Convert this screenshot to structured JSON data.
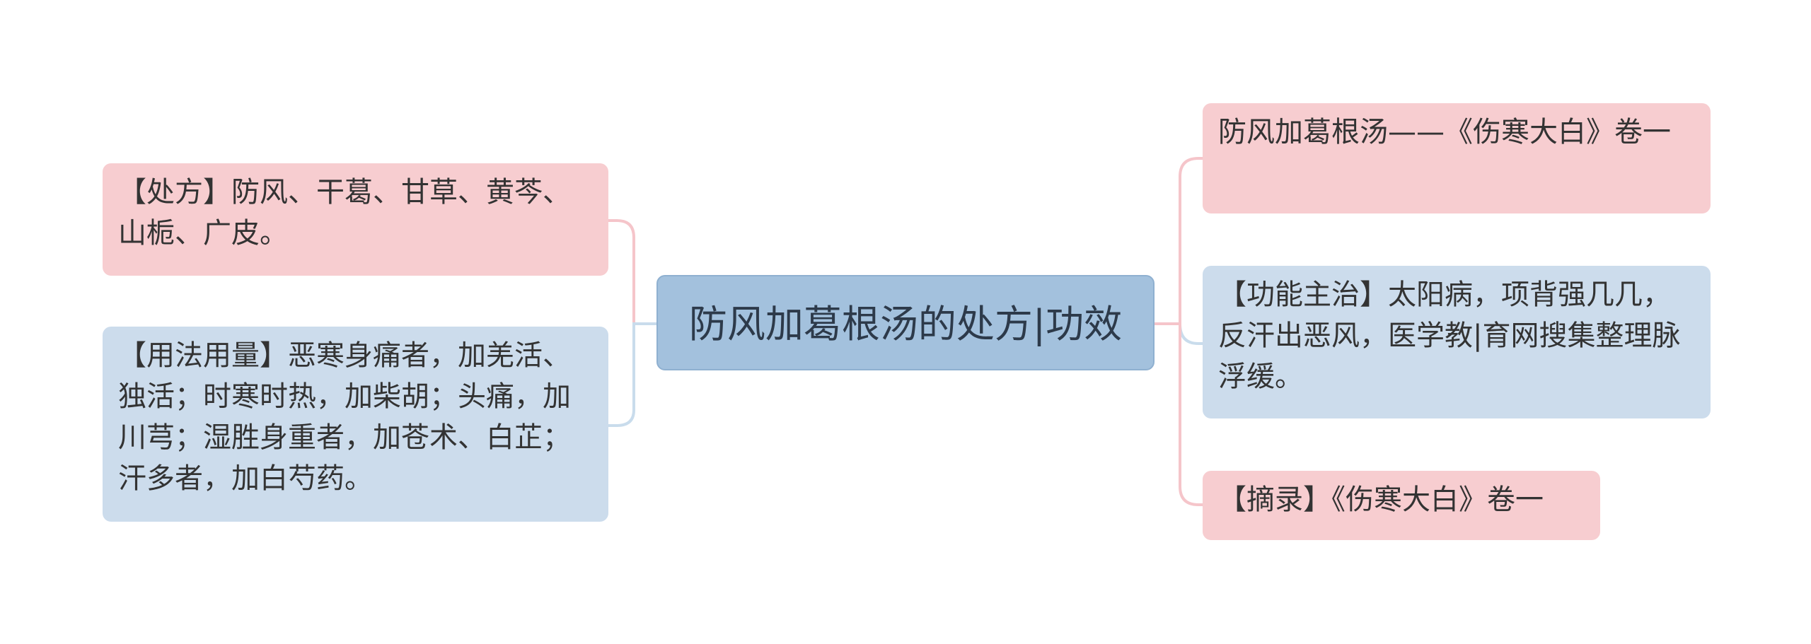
{
  "center": {
    "title": "防风加葛根汤的处方|功效"
  },
  "left_nodes": [
    {
      "text": "【处方】防风、干葛、甘草、黄芩、山栀、广皮。",
      "color": "#f7cdd0"
    },
    {
      "text": "【用法用量】恶寒身痛者，加羌活、独活；时寒时热，加柴胡；头痛，加川芎；湿胜身重者，加苍术、白芷；汗多者，加白芍药。",
      "color": "#ccdcec"
    }
  ],
  "right_nodes": [
    {
      "text": "防风加葛根汤——《伤寒大白》卷一",
      "color": "#f7cdd0"
    },
    {
      "text": "【功能主治】太阳病，项背强几几，反汗出恶风，医学教|育网搜集整理脉浮缓。",
      "color": "#ccdcec"
    },
    {
      "text": "【摘录】《伤寒大白》卷一",
      "color": "#f7cdd0"
    }
  ],
  "connector_colors": {
    "pink": "#f5c5ca",
    "blue": "#c9dcec"
  }
}
